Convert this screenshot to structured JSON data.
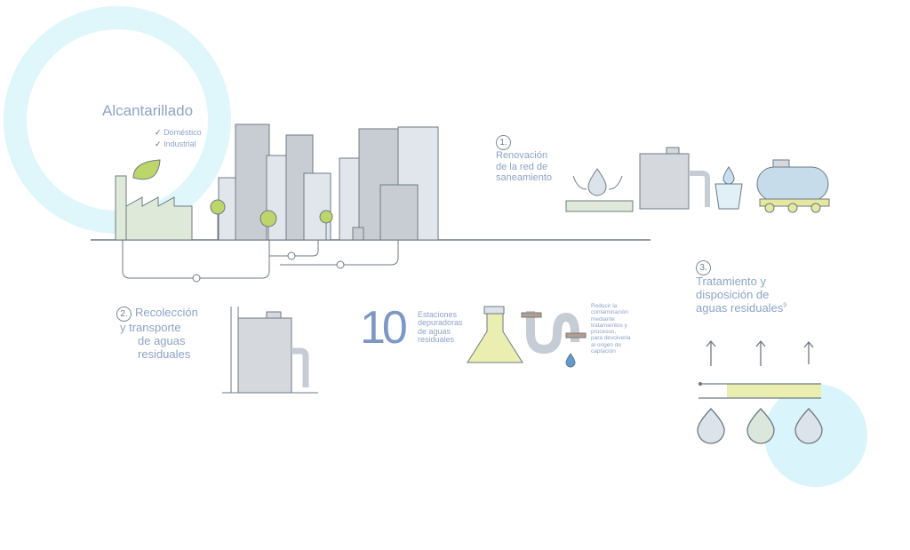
{
  "sewer": {
    "title": "Alcantarillado",
    "items": [
      "Doméstico",
      "Industrial"
    ]
  },
  "step1": {
    "number": "1.",
    "label_lines": [
      "Renovación",
      "de la red de",
      "saneamiento"
    ]
  },
  "step2": {
    "number": "2.",
    "label_lines": [
      "Recolección",
      "y transporte",
      "de aguas",
      "residuales"
    ]
  },
  "step3": {
    "number": "3.",
    "label_lines": [
      "Tratamiento y",
      "disposición de",
      "aguas residuales"
    ],
    "footnote": "9"
  },
  "plants": {
    "count": "10",
    "label_lines": [
      "Estaciones",
      "depuradoras",
      "de aguas",
      "residuales"
    ]
  },
  "reduce": {
    "label_lines": [
      "Reducir la",
      "contaminación",
      "mediante",
      "tratamientos y",
      "procesos,",
      "para devolverla",
      "al origen de",
      "captación"
    ]
  },
  "colors": {
    "ring": "#dff6fb",
    "text": "#8ea3c8",
    "building": "#c8cdd3",
    "tree": "#bcd66a",
    "liquid": "#eaeeb0",
    "line": "#6f7a84"
  }
}
